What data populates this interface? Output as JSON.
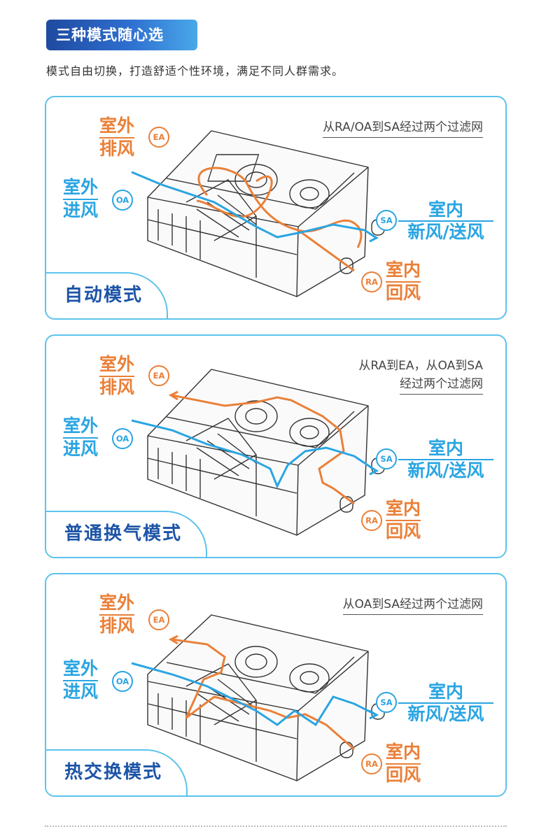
{
  "header": {
    "title": "三种模式随心选",
    "subtitle": "模式自由切换，打造舒适个性环境，满足不同人群需求。"
  },
  "labels": {
    "ea_top": "室外",
    "ea_bottom": "排风",
    "ea_code": "EA",
    "oa_top": "室外",
    "oa_bottom": "进风",
    "oa_code": "OA",
    "sa_top": "室内",
    "sa_bottom": "新风/送风",
    "sa_code": "SA",
    "ra_top": "室内",
    "ra_bottom": "回风",
    "ra_code": "RA"
  },
  "modes": [
    {
      "name": "自动模式",
      "note_lines": [
        "从RA/OA到SA经过两个过滤网"
      ]
    },
    {
      "name": "普通换气模式",
      "note_lines": [
        "从RA到EA，从OA到SA",
        "经过两个过滤网"
      ]
    },
    {
      "name": "热交换模式",
      "note_lines": [
        "从OA到SA经过两个过滤网"
      ]
    }
  ],
  "colors": {
    "accent_blue": "#2aa5e2",
    "accent_orange": "#ea8038",
    "title_blue": "#1d54a6",
    "border": "#5cc3ec"
  }
}
